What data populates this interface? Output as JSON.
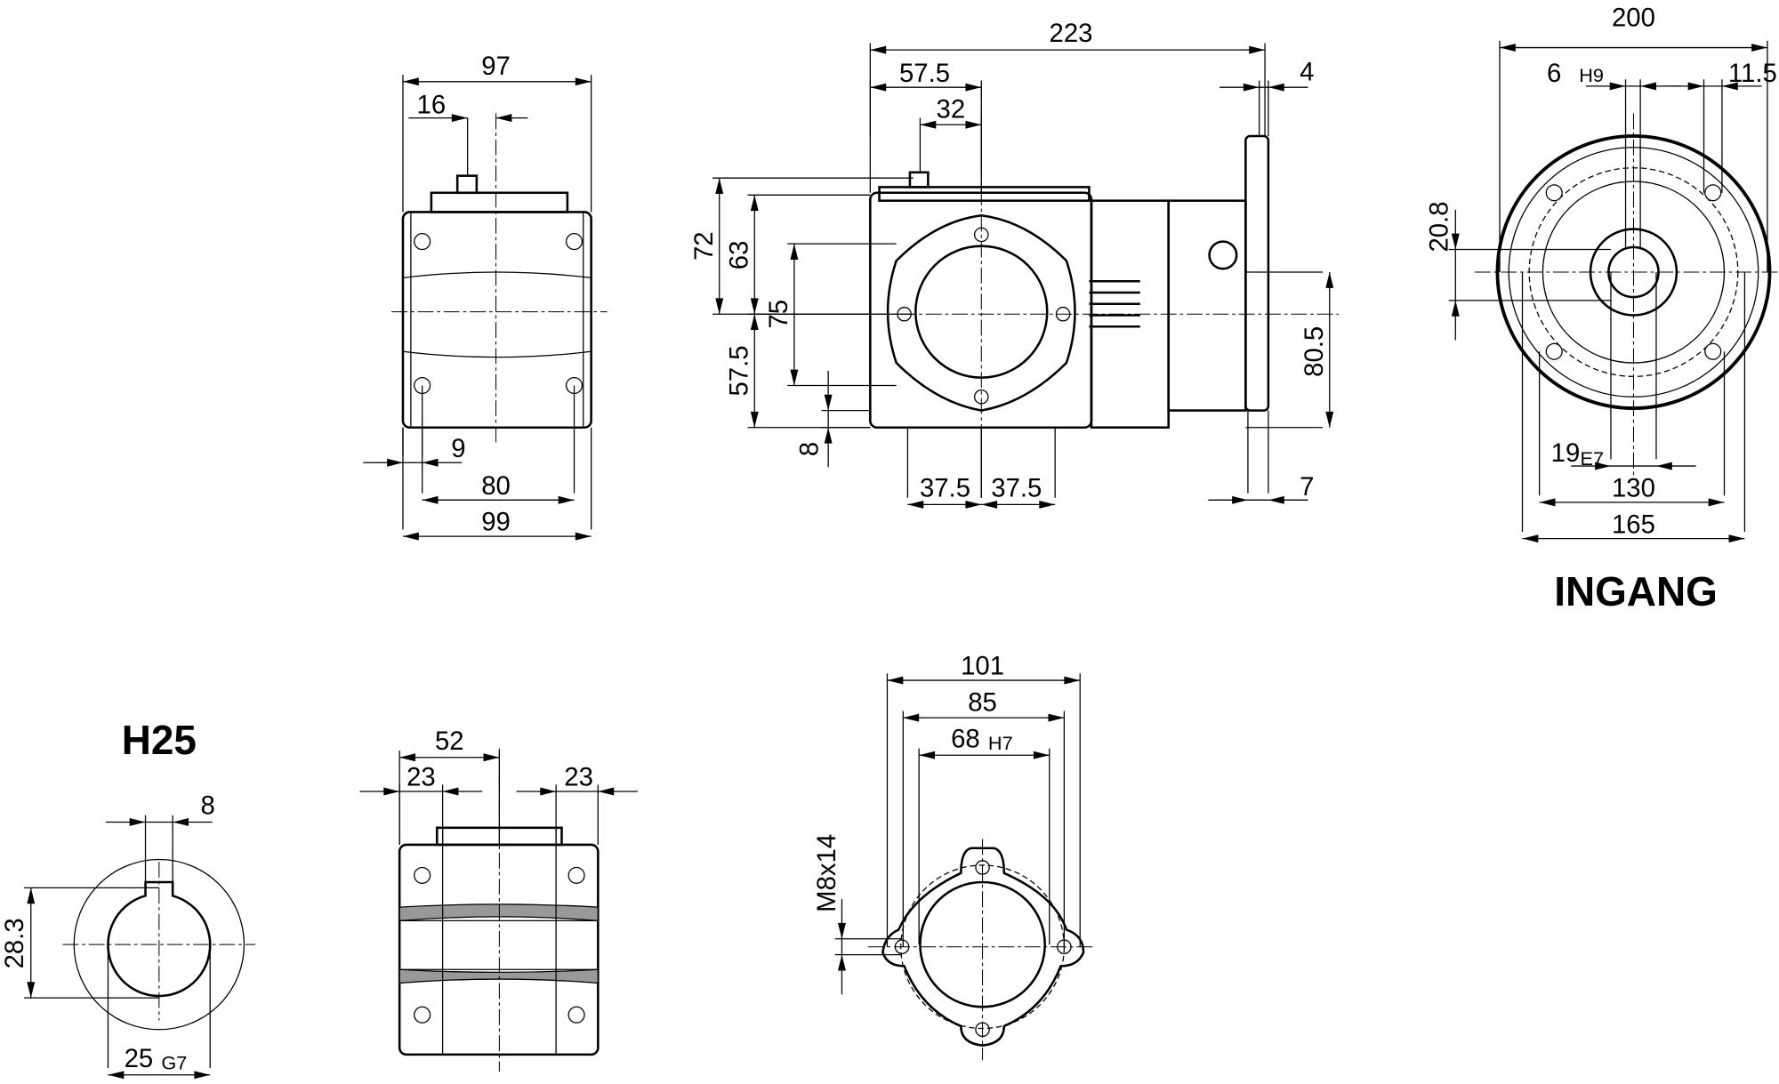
{
  "titles": {
    "input": "INGANG",
    "shaft": "H25"
  },
  "view_front": {
    "d97": "97",
    "d16": "16",
    "d9": "9",
    "d80": "80",
    "d99": "99"
  },
  "view_side": {
    "d223": "223",
    "d57_5": "57.5",
    "d32": "32",
    "d4": "4",
    "d72": "72",
    "d63": "63",
    "d75": "75",
    "d57_5v": "57.5",
    "d8": "8",
    "d80_5": "80.5",
    "d37_5a": "37.5",
    "d37_5b": "37.5",
    "d7": "7"
  },
  "view_input": {
    "d200": "200",
    "d6": "6",
    "d6_tol": "H9",
    "d11_5": "11.5",
    "d20_8": "20.8",
    "d19": "19",
    "d19_tol": "E7",
    "d130": "130",
    "d165": "165"
  },
  "view_shaft": {
    "d8": "8",
    "d28_3": "28.3",
    "d25": "25",
    "d25_tol": "G7"
  },
  "view_bottom": {
    "d52": "52",
    "d23a": "23",
    "d23b": "23"
  },
  "view_flange": {
    "d101": "101",
    "d85": "85",
    "d68": "68",
    "d68_tol": "H7",
    "thread": "M8x14"
  }
}
